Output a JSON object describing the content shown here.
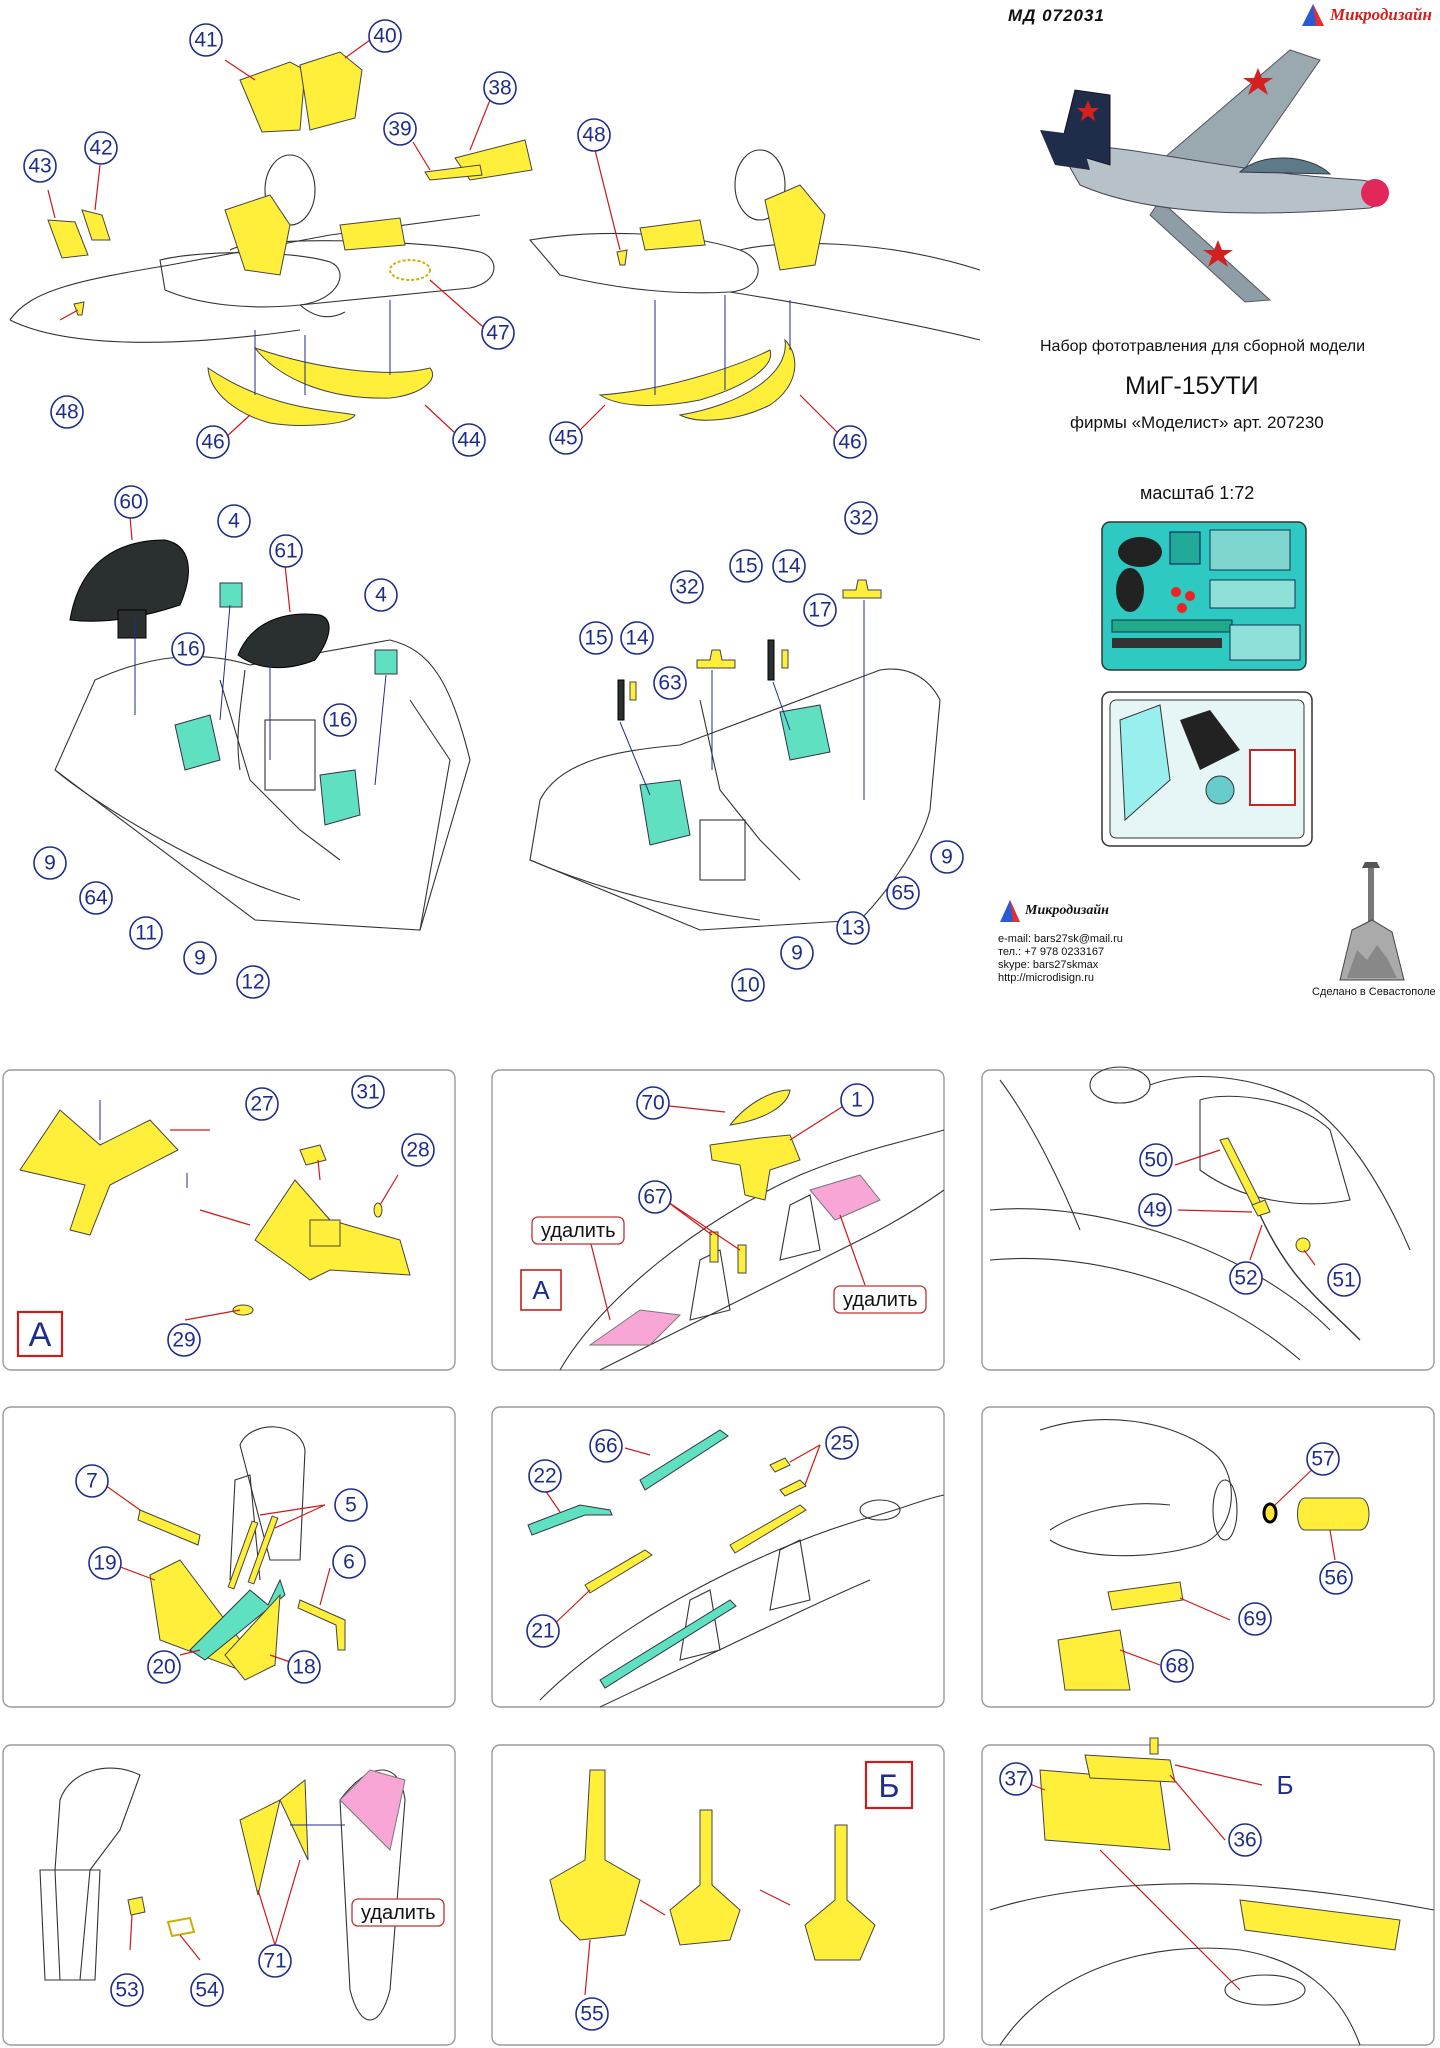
{
  "header": {
    "code": "МД 072031",
    "brand": "Микродизайн",
    "subtitle": "Набор фототравления для сборной модели",
    "model": "МиГ-15УТИ",
    "maker": "фирмы «Моделист» арт. 207230",
    "scale": "масштаб 1:72"
  },
  "contacts": {
    "brand": "Микродизайн",
    "email": "e-mail: bars27sk@mail.ru",
    "phone": "тел.: +7 978 0233167",
    "skype": "skype: bars27skmax",
    "web": "http://microdisign.ru",
    "made_in": "Сделано в Севастополе"
  },
  "labels": {
    "remove": "удалить",
    "ref_a": "А",
    "ref_b": "Б"
  },
  "colors": {
    "part_yellow": "#ffef3a",
    "part_teal": "#5fe0c0",
    "remove_pink": "#f7a6d6",
    "callout_blue": "#1f2d8a",
    "leader_red": "#d01818"
  },
  "callouts": {
    "gear_left": [
      "41",
      "40",
      "38",
      "39",
      "43",
      "42",
      "47",
      "48",
      "46",
      "44"
    ],
    "gear_right": [
      "48",
      "45",
      "46"
    ],
    "cockpit_left": [
      "60",
      "4",
      "61",
      "4",
      "16",
      "16",
      "9",
      "64",
      "11",
      "9",
      "12"
    ],
    "cockpit_right": [
      "32",
      "15",
      "14",
      "32",
      "15",
      "14",
      "17",
      "63",
      "9",
      "65",
      "13",
      "9",
      "10"
    ],
    "panel_1": [
      "27",
      "31",
      "28",
      "29"
    ],
    "panel_2": [
      "70",
      "1",
      "67"
    ],
    "panel_3": [
      "50",
      "49",
      "52",
      "51"
    ],
    "panel_4": [
      "7",
      "5",
      "19",
      "6",
      "20",
      "18"
    ],
    "panel_5": [
      "66",
      "25",
      "22",
      "21"
    ],
    "panel_6": [
      "57",
      "56",
      "69",
      "68"
    ],
    "panel_7": [
      "71",
      "53",
      "54"
    ],
    "panel_8": [
      "55"
    ],
    "panel_9": [
      "37",
      "36"
    ]
  }
}
